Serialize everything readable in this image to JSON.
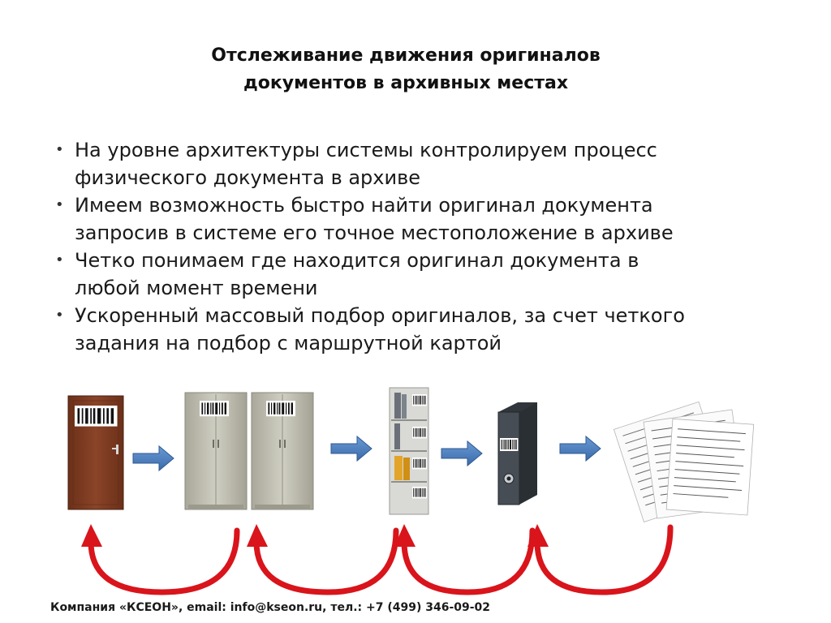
{
  "title": {
    "line1": "Отслеживание движения оригиналов",
    "line2": "документов в архивных местах"
  },
  "bullets": [
    {
      "line1": "На уровне архитектуры системы контролируем процесс",
      "line2": "физического документа в архиве"
    },
    {
      "line1": "Имеем возможность быстро найти оригинал документа",
      "line2": "запросив в системе его точное местоположение в архиве"
    },
    {
      "line1": "Четко понимаем где находится оригинал документа в",
      "line2": "любой момент времени"
    },
    {
      "line1": "Ускоренный массовый подбор оригиналов, за счет четкого",
      "line2": "задания на подбор с маршрутной картой"
    }
  ],
  "bullet_symbol": "•",
  "illustration": {
    "items": [
      "door-icon",
      "cabinet-icon",
      "cabinet-icon",
      "shelf-rack-icon",
      "binder-folder-icon",
      "document-pages-icon"
    ],
    "colors": {
      "blue_arrow": "#4a7ebb",
      "red_arrow": "#d9141b",
      "door": "#7a3a22",
      "cabinet": "#b9b8aa",
      "binder": "#3d4349"
    }
  },
  "footer": "Компания «КСЕОН», email: info@kseon.ru, тел.: +7 (499) 346-09-02"
}
